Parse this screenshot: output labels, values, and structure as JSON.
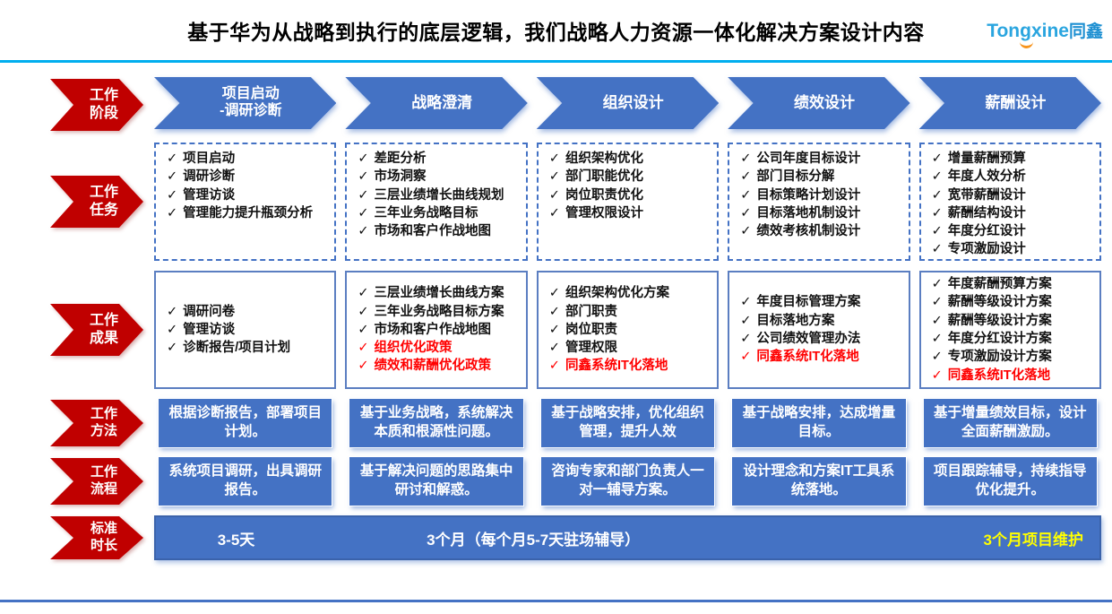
{
  "header": {
    "title": "基于华为从战略到执行的底层逻辑，我们战略人力资源一体化解决方案设计内容",
    "logo": {
      "latin": "Tongxine",
      "cjk": "同鑫"
    }
  },
  "check_glyph": "✓",
  "colors": {
    "red_arrow": "#C00000",
    "blue": "#4472C4",
    "highlight_red_text": "#FF0000",
    "highlight_yellow_text": "#FFFF00",
    "header_line": "#00AEEF",
    "logo_blue": "#2AA5DF",
    "logo_smile_orange": "#F7941D"
  },
  "row_labels": [
    {
      "lines": [
        "工作",
        "阶段"
      ]
    },
    {
      "lines": [
        "工作",
        "任务"
      ]
    },
    {
      "lines": [
        "工作",
        "成果"
      ]
    },
    {
      "lines": [
        "工作",
        "方法"
      ]
    },
    {
      "lines": [
        "工作",
        "流程"
      ]
    },
    {
      "lines": [
        "标准",
        "时长"
      ]
    }
  ],
  "stages": [
    {
      "stage_lines": [
        "项目启动",
        "-调研诊断"
      ],
      "tasks": [
        "项目启动",
        "调研诊断",
        "管理访谈",
        "管理能力提升瓶颈分析"
      ],
      "results": [
        {
          "text": "调研问卷",
          "red": false
        },
        {
          "text": "管理访谈",
          "red": false
        },
        {
          "text": "诊断报告/项目计划",
          "red": false
        }
      ],
      "method": "根据诊断报告，部署项目计划。",
      "process": "系统项目调研，出具调研报告。"
    },
    {
      "stage_lines": [
        "战略澄清"
      ],
      "tasks": [
        "差距分析",
        "市场洞察",
        "三层业绩增长曲线规划",
        "三年业务战略目标",
        "市场和客户作战地图"
      ],
      "results": [
        {
          "text": "三层业绩增长曲线方案",
          "red": false
        },
        {
          "text": "三年业务战略目标方案",
          "red": false
        },
        {
          "text": "市场和客户作战地图",
          "red": false
        },
        {
          "text": "组织优化政策",
          "red": true
        },
        {
          "text": "绩效和薪酬优化政策",
          "red": true
        }
      ],
      "method": "基于业务战略，系统解决本质和根源性问题。",
      "process": "基于解决问题的思路集中研讨和解惑。"
    },
    {
      "stage_lines": [
        "组织设计"
      ],
      "tasks": [
        "组织架构优化",
        "部门职能优化",
        "岗位职责优化",
        "管理权限设计"
      ],
      "results": [
        {
          "text": "组织架构优化方案",
          "red": false
        },
        {
          "text": "部门职责",
          "red": false
        },
        {
          "text": "岗位职责",
          "red": false
        },
        {
          "text": "管理权限",
          "red": false
        },
        {
          "text": "同鑫系统IT化落地",
          "red": true
        }
      ],
      "method": "基于战略安排，优化组织管理，提升人效",
      "process": "咨询专家和部门负责人一对一辅导方案。"
    },
    {
      "stage_lines": [
        "绩效设计"
      ],
      "tasks": [
        "公司年度目标设计",
        "部门目标分解",
        "目标策略计划设计",
        "目标落地机制设计",
        "绩效考核机制设计"
      ],
      "results": [
        {
          "text": "年度目标管理方案",
          "red": false
        },
        {
          "text": "目标落地方案",
          "red": false
        },
        {
          "text": "公司绩效管理办法",
          "red": false
        },
        {
          "text": "同鑫系统IT化落地",
          "red": true
        }
      ],
      "method": "基于战略安排，达成增量目标。",
      "process": "设计理念和方案IT工具系统落地。"
    },
    {
      "stage_lines": [
        "薪酬设计"
      ],
      "tasks": [
        "增量薪酬预算",
        "年度人效分析",
        "宽带薪酬设计",
        "薪酬结构设计",
        "年度分红设计",
        "专项激励设计"
      ],
      "results": [
        {
          "text": "年度薪酬预算方案",
          "red": false
        },
        {
          "text": "薪酬等级设计方案",
          "red": false
        },
        {
          "text": "薪酬等级设计方案",
          "red": false
        },
        {
          "text": "年度分红设计方案",
          "red": false
        },
        {
          "text": "专项激励设计方案",
          "red": false
        },
        {
          "text": "同鑫系统IT化落地",
          "red": true
        }
      ],
      "method": "基于增量绩效目标，设计全面薪酬激励。",
      "process": "项目跟踪辅导，持续指导优化提升。"
    }
  ],
  "duration": [
    {
      "text": "3-5天",
      "highlight": false
    },
    {
      "text": "3个月（每个月5-7天驻场辅导）",
      "highlight": false
    },
    {
      "text": "3个月项目维护",
      "highlight": true
    }
  ]
}
